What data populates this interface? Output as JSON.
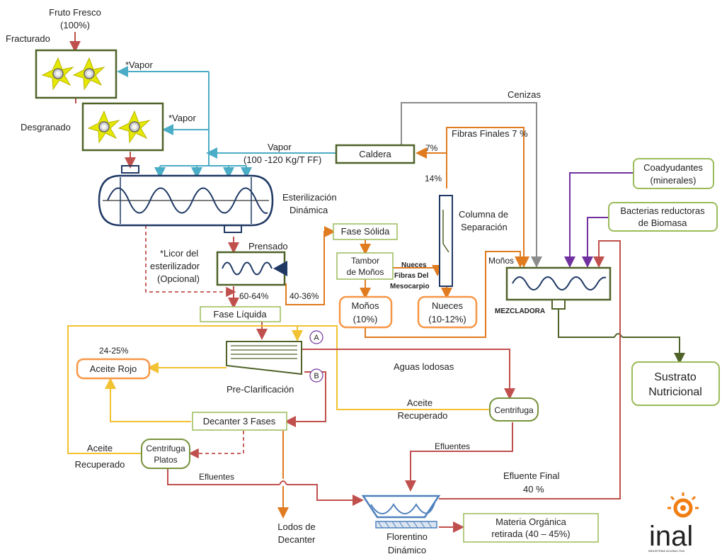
{
  "colors": {
    "red_flow": "#c0504d",
    "orange_flow": "#e07b1f",
    "yellow_flow": "#f2c232",
    "cyan_flow": "#4bacc6",
    "gray_flow": "#8c8c8c",
    "purple_flow": "#7030a0",
    "olive_flow": "#4f6228",
    "box_green": "#77933c",
    "light_green": "#9bbb59",
    "orange_box": "#f79646",
    "gear_yellow": "#e5e800",
    "florentino_blue": "#4f81bd",
    "prensado_tip": "#1f3864",
    "inal_orange": "#f07e12"
  },
  "labels": {
    "fruto_fresco_1": "Fruto Fresco",
    "fruto_fresco_2": "(100%)",
    "fracturado": "Fracturado",
    "vapor_1": "*Vapor",
    "vapor_2": "*Vapor",
    "desgranado": "Desgranado",
    "cenizas": "Cenizas",
    "fibras_finales": "Fibras Finales 7 %",
    "vapor_main": "Vapor",
    "vapor_rate": "(100 -120 Kg/T FF)",
    "caldera": "Caldera",
    "pct_7": "7%",
    "pct_14": "14%",
    "esterilizacion_1": "Esterilización",
    "esterilizacion_2": "Dinámica",
    "coadyudantes_1": "Coadyudantes",
    "coadyudantes_2": "(minerales)",
    "bacterias_1": "Bacterias reductoras",
    "bacterias_2": "de Biomasa",
    "columna_1": "Columna de",
    "columna_2": "Separación",
    "fase_solida": "Fase Sólida",
    "licor_1": "*Licor del",
    "licor_2": "esterilizador",
    "licor_3": "(Opcional)",
    "prensado": "Prensado",
    "tambor_1": "Tambor",
    "tambor_2": "de Moños",
    "nueces_side": "Nueces",
    "fibras_del_1": "Fibras Del",
    "fibras_del_2": "Mesocarpio",
    "monos_arrow": "Moños",
    "pct_60_64": "60-64%",
    "pct_40_36": "40-36%",
    "monos_box_1": "Moños",
    "monos_box_2": "(10%)",
    "nueces_box_1": "Nueces",
    "nueces_box_2": "(10-12%)",
    "mezcladora": "MEZCLADORA",
    "fase_liquida": "Fase Líquida",
    "marker_a": "A",
    "marker_b": "B",
    "pct_24_25": "24-25%",
    "aceite_rojo": "Aceite Rojo",
    "aguas_lodosas": "Aguas lodosas",
    "sustrato_1": "Sustrato",
    "sustrato_2": "Nutricional",
    "pre_clarificacion": "Pre-Clarificación",
    "aceite_recuperado_1a": "Aceite",
    "aceite_recuperado_1b": "Recuperado",
    "centrifuga": "Centrifuga",
    "decanter": "Decanter 3 Fases",
    "efluentes_1": "Efluentes",
    "aceite_recuperado_2a": "Aceite",
    "aceite_recuperado_2b": "Recuperado",
    "centrifuga_platos_1": "Centrifuga",
    "centrifuga_platos_2": "Platos",
    "efluente_final_1": "Efluente Final",
    "efluente_final_2": "40 %",
    "efluentes_2": "Efluentes",
    "materia_1": "Materia Orgánica",
    "materia_2": "retirada (40 – 45%)",
    "lodos_1": "Lodos de",
    "lodos_2": "Decanter",
    "florentino_1": "Florentino",
    "florentino_2": "Dinámico"
  },
  "logo": {
    "wordmark": "inal",
    "tagline": "INDUSTRIAS ACUINA LTDA"
  }
}
